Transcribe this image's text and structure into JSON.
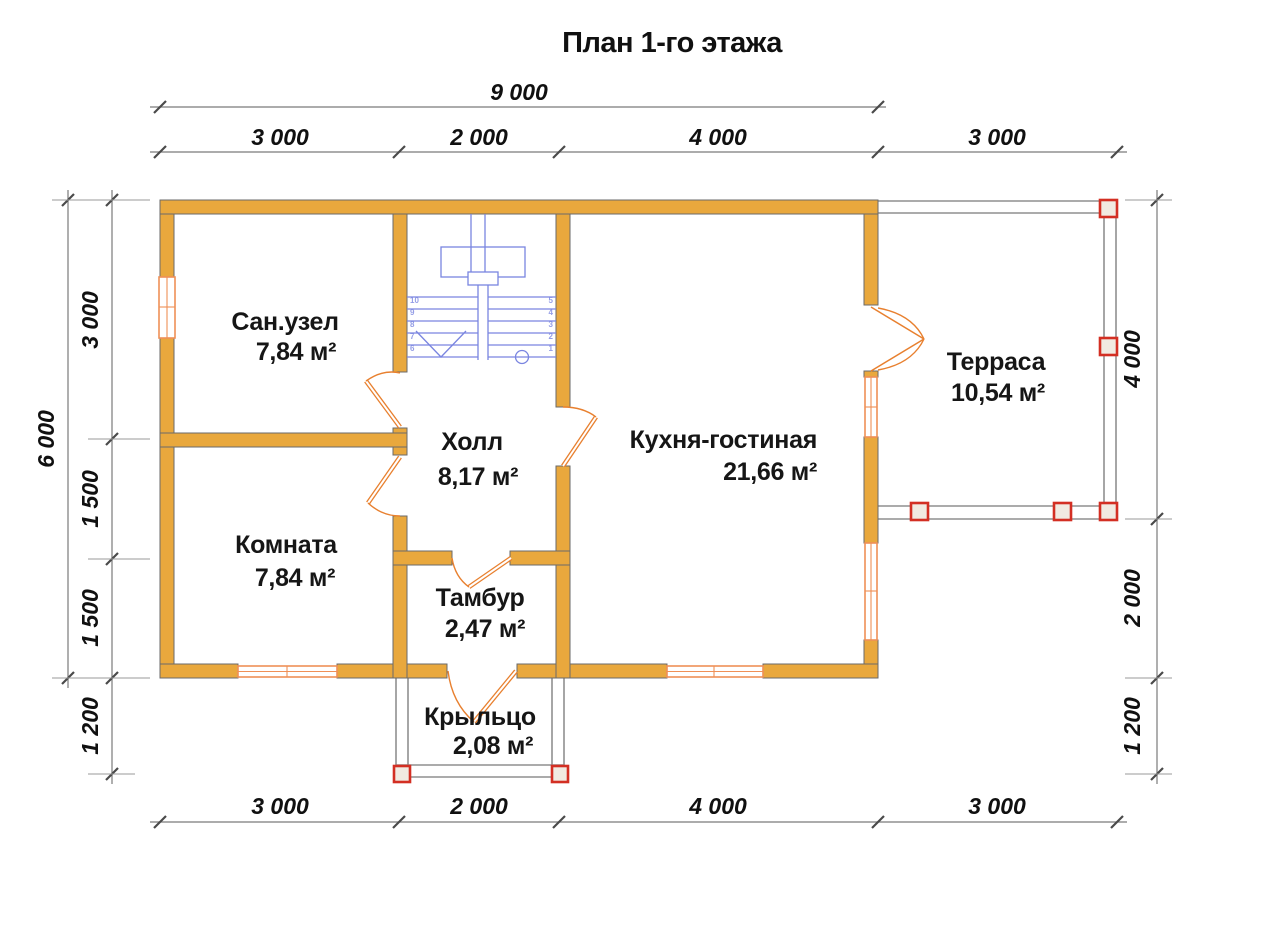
{
  "title": "План 1-го этажа",
  "dimensions": {
    "top_total": "9 000",
    "top_segments": [
      "3 000",
      "2 000",
      "4 000",
      "3 000"
    ],
    "bottom_segments": [
      "3 000",
      "2 000",
      "4 000",
      "3 000"
    ],
    "left_total": "6 000",
    "left_segments": [
      "3 000",
      "1 500",
      "1 500",
      "1 200"
    ],
    "right_segments": [
      "4 000",
      "2 000",
      "1 200"
    ]
  },
  "rooms": [
    {
      "id": "sanuzel",
      "name": "Сан.узел",
      "area": "7,84 м²"
    },
    {
      "id": "komnata",
      "name": "Комната",
      "area": "7,84 м²"
    },
    {
      "id": "holl",
      "name": "Холл",
      "area": "8,17 м²"
    },
    {
      "id": "tambur",
      "name": "Тамбур",
      "area": "2,47 м²"
    },
    {
      "id": "kuhnya",
      "name": "Кухня-гостиная",
      "area": "21,66 м²"
    },
    {
      "id": "terrasa",
      "name": "Терраса",
      "area": "10,54 м²"
    },
    {
      "id": "krylco",
      "name": "Крыльцо",
      "area": "2,08 м²"
    }
  ],
  "stairs": {
    "left_numbers": [
      "10",
      "9",
      "8",
      "7",
      "6"
    ],
    "right_numbers": [
      "5",
      "4",
      "3",
      "2",
      "1"
    ]
  },
  "colors": {
    "wall_fill": "#E9A83D",
    "wall_outline": "#6A6A6A",
    "door_orange": "#E8802F",
    "window_orange": "#EF9057",
    "stairs_blue": "#7A85E0",
    "post_red": "#D32F23",
    "post_fill": "#F1EAE1",
    "rail_gray": "#8F8F8F",
    "dimension_gray": "#7A7A7A",
    "text_black": "#101010"
  }
}
